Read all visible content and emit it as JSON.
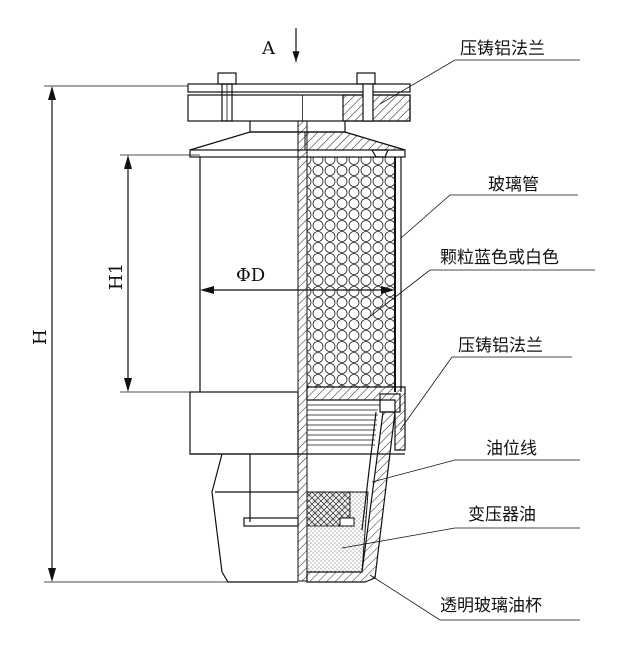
{
  "labels": {
    "top_flange": "压铸铝法兰",
    "glass_tube": "玻璃管",
    "granules": "颗粒蓝色或白色",
    "mid_flange": "压铸铝法兰",
    "oil_level_line": "油位线",
    "transformer_oil": "变压器油",
    "oil_cup": "透明玻璃油杯"
  },
  "dimensions": {
    "view_a": "A",
    "height_h": "H",
    "height_h1": "H1",
    "diameter_d": "ΦD"
  },
  "colors": {
    "line": "#111111",
    "hatch": "#222222",
    "background": "#ffffff"
  }
}
